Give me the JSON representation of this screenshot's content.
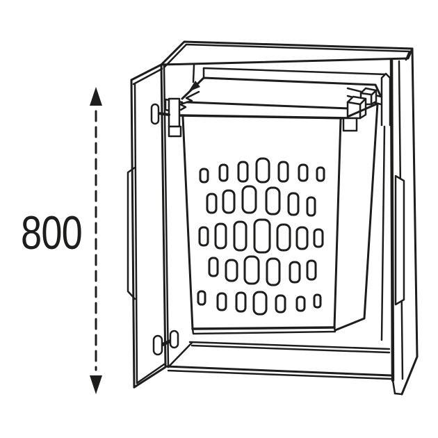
{
  "page": {
    "background_color": "#ffffff",
    "line_color": "#1d1d1b"
  },
  "dimension": {
    "label": "800"
  },
  "diagram": {
    "parts": {
      "cabinet": "cabinet carcass in perspective",
      "door": "open hinged door with grip ledge",
      "hinges": "two door hinges",
      "basket": "perforated tilt-out laundry basket",
      "rail": "hanging rail with mounting brackets and break symbol",
      "dimension_arrow": "vertical dashed double-headed arrow"
    },
    "basket": {
      "perforation_rows": [
        [
          [
            288,
            243,
            11,
            19
          ],
          [
            316,
            237,
            11,
            23
          ],
          [
            343,
            233,
            13,
            28
          ],
          [
            369,
            228,
            18,
            34
          ],
          [
            401,
            233,
            13,
            28
          ],
          [
            430,
            237,
            12,
            23
          ],
          [
            456,
            241,
            10,
            19
          ]
        ],
        [
          [
            298,
            279,
            13,
            27
          ],
          [
            321,
            274,
            16,
            32
          ],
          [
            349,
            268,
            19,
            38
          ],
          [
            383,
            270,
            19,
            38
          ],
          [
            415,
            278,
            14,
            31
          ],
          [
            442,
            284,
            11,
            26
          ]
        ],
        [
          [
            287,
            327,
            12,
            26
          ],
          [
            310,
            322,
            15,
            35
          ],
          [
            337,
            319,
            17,
            41
          ],
          [
            366,
            316,
            22,
            47
          ],
          [
            399,
            323,
            18,
            37
          ],
          [
            427,
            327,
            15,
            31
          ],
          [
            452,
            330,
            12,
            25
          ]
        ],
        [
          [
            301,
            371,
            12,
            26
          ],
          [
            325,
            374,
            16,
            30
          ],
          [
            352,
            369,
            20,
            39
          ],
          [
            384,
            372,
            18,
            38
          ],
          [
            417,
            377,
            14,
            29
          ],
          [
            442,
            375,
            12,
            27
          ]
        ],
        [
          [
            285,
            419,
            10,
            19
          ],
          [
            313,
            422,
            12,
            24
          ],
          [
            340,
            421,
            13,
            27
          ],
          [
            365,
            420,
            18,
            32
          ],
          [
            397,
            425,
            13,
            24
          ],
          [
            427,
            427,
            11,
            20
          ],
          [
            452,
            424,
            9,
            18
          ]
        ]
      ]
    }
  }
}
